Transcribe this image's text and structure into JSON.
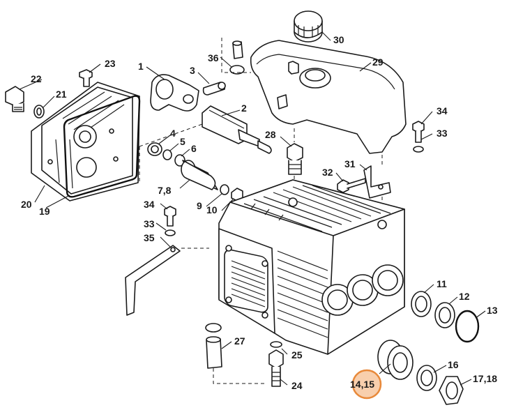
{
  "labels": {
    "l1": "1",
    "l2": "2",
    "l3": "3",
    "l4": "4",
    "l5": "5",
    "l6": "6",
    "l78": "7,8",
    "l9": "9",
    "l10": "10",
    "l11": "11",
    "l12": "12",
    "l13": "13",
    "l1415": "14,15",
    "l16": "16",
    "l1718": "17,18",
    "l19": "19",
    "l20": "20",
    "l21": "21",
    "l22": "22",
    "l23": "23",
    "l24": "24",
    "l25": "25",
    "l27": "27",
    "l28": "28",
    "l29": "29",
    "l30": "30",
    "l31": "31",
    "l32": "32",
    "l33a": "33",
    "l33b": "33",
    "l34a": "34",
    "l34b": "34",
    "l35": "35",
    "l36": "36"
  },
  "highlight": {
    "label": "14,15",
    "color": "#e8893a"
  }
}
